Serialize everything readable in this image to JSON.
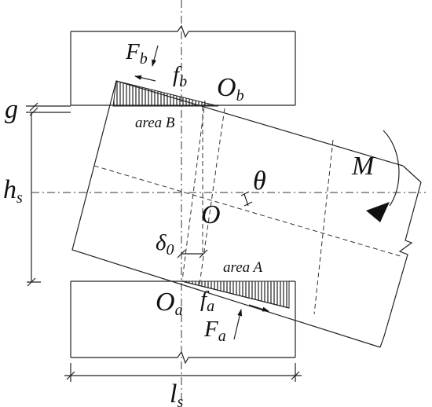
{
  "labels": {
    "g": "g",
    "hs_main": "h",
    "hs_sub": "s",
    "ls_main": "l",
    "ls_sub": "s",
    "Fb_main": "F",
    "Fb_sub": "b",
    "fb_main": "f",
    "fb_sub": "b",
    "Ob_main": "O",
    "Ob_sub": "b",
    "Oa_main": "O",
    "Oa_sub": "a",
    "fa_main": "f",
    "fa_sub": "a",
    "Fa_main": "F",
    "Fa_sub": "a",
    "areaB": "area B",
    "areaA": "area A",
    "M": "M",
    "theta": "θ",
    "O": "O",
    "delta_main": "δ",
    "delta_sub": "0"
  }
}
